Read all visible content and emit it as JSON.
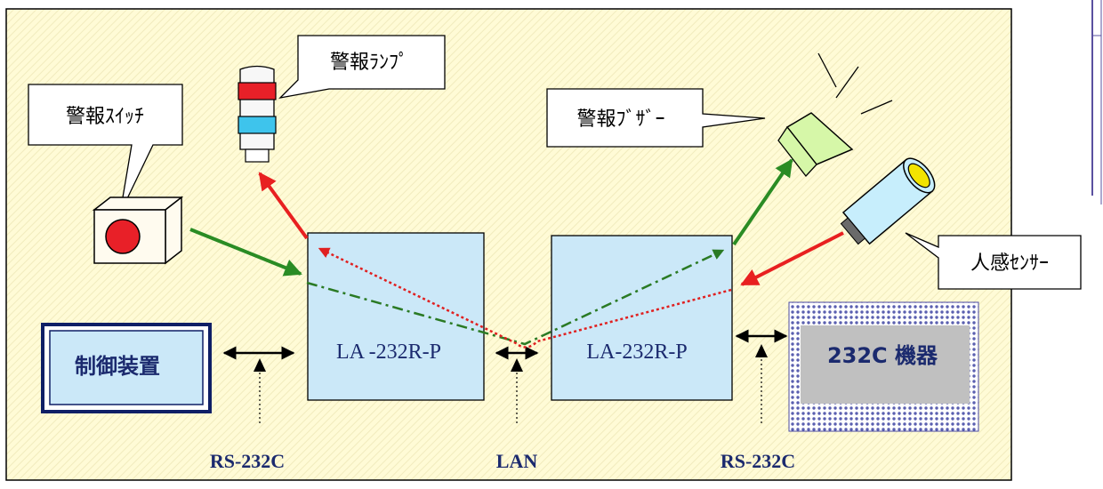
{
  "labels": {
    "alarm_switch": "警報ｽｲｯﾁ",
    "alarm_lamp": "警報ﾗﾝﾌﾟ",
    "alarm_buzzer": "警報ﾌﾞｻﾞｰ",
    "motion_sensor": "人感ｾﾝｻｰ",
    "controller": "制御装置",
    "converter_left": "LA -232R-P",
    "converter_right": "LA-232R-P",
    "device_232c": "232C 機器",
    "rs232c_left": "RS-232C",
    "lan": "LAN",
    "rs232c_right": "RS-232C"
  },
  "colors": {
    "panel_bg": "#fffbd6",
    "box_fill": "#cbe8f8",
    "controller_border": "#0f1f66",
    "text_navy": "#1b2a6e",
    "arrow_red": "#e82020",
    "arrow_green": "#2a8c24",
    "dotted_red": "#e02020",
    "dashdot_green": "#2a7a24",
    "lamp_red": "#e82028",
    "lamp_cyan": "#3ec4ec",
    "buzzer_green": "#d6f7a8",
    "sensor_body": "#c7eefc",
    "sensor_lens": "#f2e400",
    "device_inner": "#c0c0c0"
  }
}
